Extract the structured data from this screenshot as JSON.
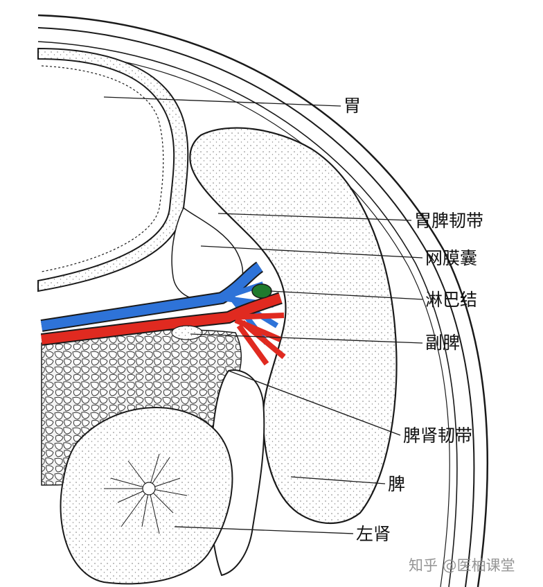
{
  "labels": {
    "stomach": "胃",
    "gastrosplenic_ligament": "胃脾韧带",
    "omental_bursa": "网膜囊",
    "lymph_node": "淋巴结",
    "accessory_spleen": "副脾",
    "splenorenal_ligament": "脾肾韧带",
    "spleen": "脾",
    "left_kidney": "左肾"
  },
  "watermark": "知乎 @医柚课堂",
  "colors": {
    "vein": "#2e73d8",
    "artery": "#e02a20",
    "lymph_node": "#1f7a2e",
    "ink": "#1a1a1a"
  }
}
